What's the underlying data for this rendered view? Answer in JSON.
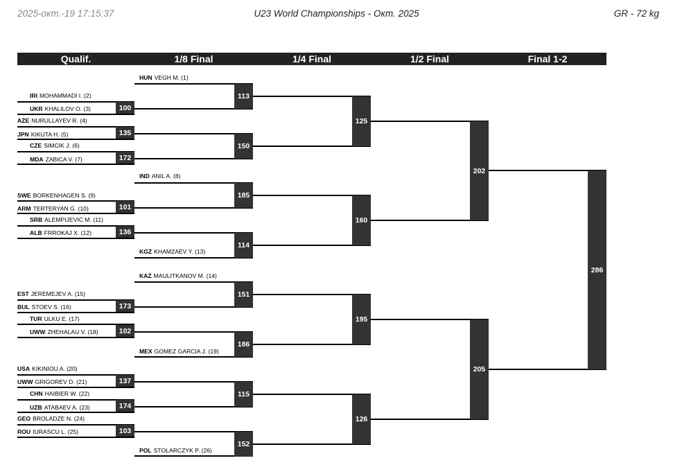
{
  "header": {
    "timestamp": "2025-окт.-19 17:15:37",
    "title": "U23 World Championships - Окт. 2025",
    "category": "GR - 72 kg"
  },
  "columns": [
    "Qualif.",
    "1/8 Final",
    "1/4 Final",
    "1/2 Final",
    "Final 1-2"
  ],
  "athletes": [
    {
      "country": "HUN",
      "name": "VEGH M. (1)"
    },
    {
      "country": "IRI",
      "name": "MOHAMMADI I. (2)"
    },
    {
      "country": "UKR",
      "name": "KHALILOV O. (3)"
    },
    {
      "country": "AZE",
      "name": "NURULLAYEV R. (4)"
    },
    {
      "country": "JPN",
      "name": "KIKUTA H. (5)"
    },
    {
      "country": "CZE",
      "name": "SIMCIK J. (6)"
    },
    {
      "country": "MDA",
      "name": "ZABICA V. (7)"
    },
    {
      "country": "IND",
      "name": "ANIL A. (8)"
    },
    {
      "country": "SWE",
      "name": "BORKENHAGEN S. (9)"
    },
    {
      "country": "ARM",
      "name": "TERTERYAN G. (10)"
    },
    {
      "country": "SRB",
      "name": "ALEMPIJEVIC M. (11)"
    },
    {
      "country": "ALB",
      "name": "FRROKAJ X. (12)"
    },
    {
      "country": "KGZ",
      "name": "KHAMZAEV Y. (13)"
    },
    {
      "country": "KAZ",
      "name": "MAULITKANOV M. (14)"
    },
    {
      "country": "EST",
      "name": "JEREMEJEV A. (15)"
    },
    {
      "country": "BUL",
      "name": "STOEV S. (16)"
    },
    {
      "country": "TUR",
      "name": "ULKU E. (17)"
    },
    {
      "country": "UWW",
      "name": "ZHEHALAU V. (18)"
    },
    {
      "country": "MEX",
      "name": "GOMEZ GARCIA J. (19)"
    },
    {
      "country": "USA",
      "name": "KIKINIOU A. (20)"
    },
    {
      "country": "UWW",
      "name": "GRIGOREV D. (21)"
    },
    {
      "country": "CHN",
      "name": "HAIBIER W. (22)"
    },
    {
      "country": "UZB",
      "name": "ATABAEV A. (23)"
    },
    {
      "country": "GEO",
      "name": "BROLADZE N. (24)"
    },
    {
      "country": "ROU",
      "name": "IURASCU L. (25)"
    },
    {
      "country": "POL",
      "name": "STOLARCZYK P. (26)"
    }
  ],
  "bouts": {
    "qualif": [
      "100",
      "135",
      "172",
      "101",
      "136",
      "173",
      "102",
      "137",
      "174",
      "103"
    ],
    "eighth": [
      "113",
      "150",
      "185",
      "114",
      "151",
      "186",
      "115",
      "152"
    ],
    "quarter": [
      "125",
      "160",
      "195",
      "126"
    ],
    "semi": [
      "202",
      "205"
    ],
    "final": [
      "286"
    ]
  }
}
